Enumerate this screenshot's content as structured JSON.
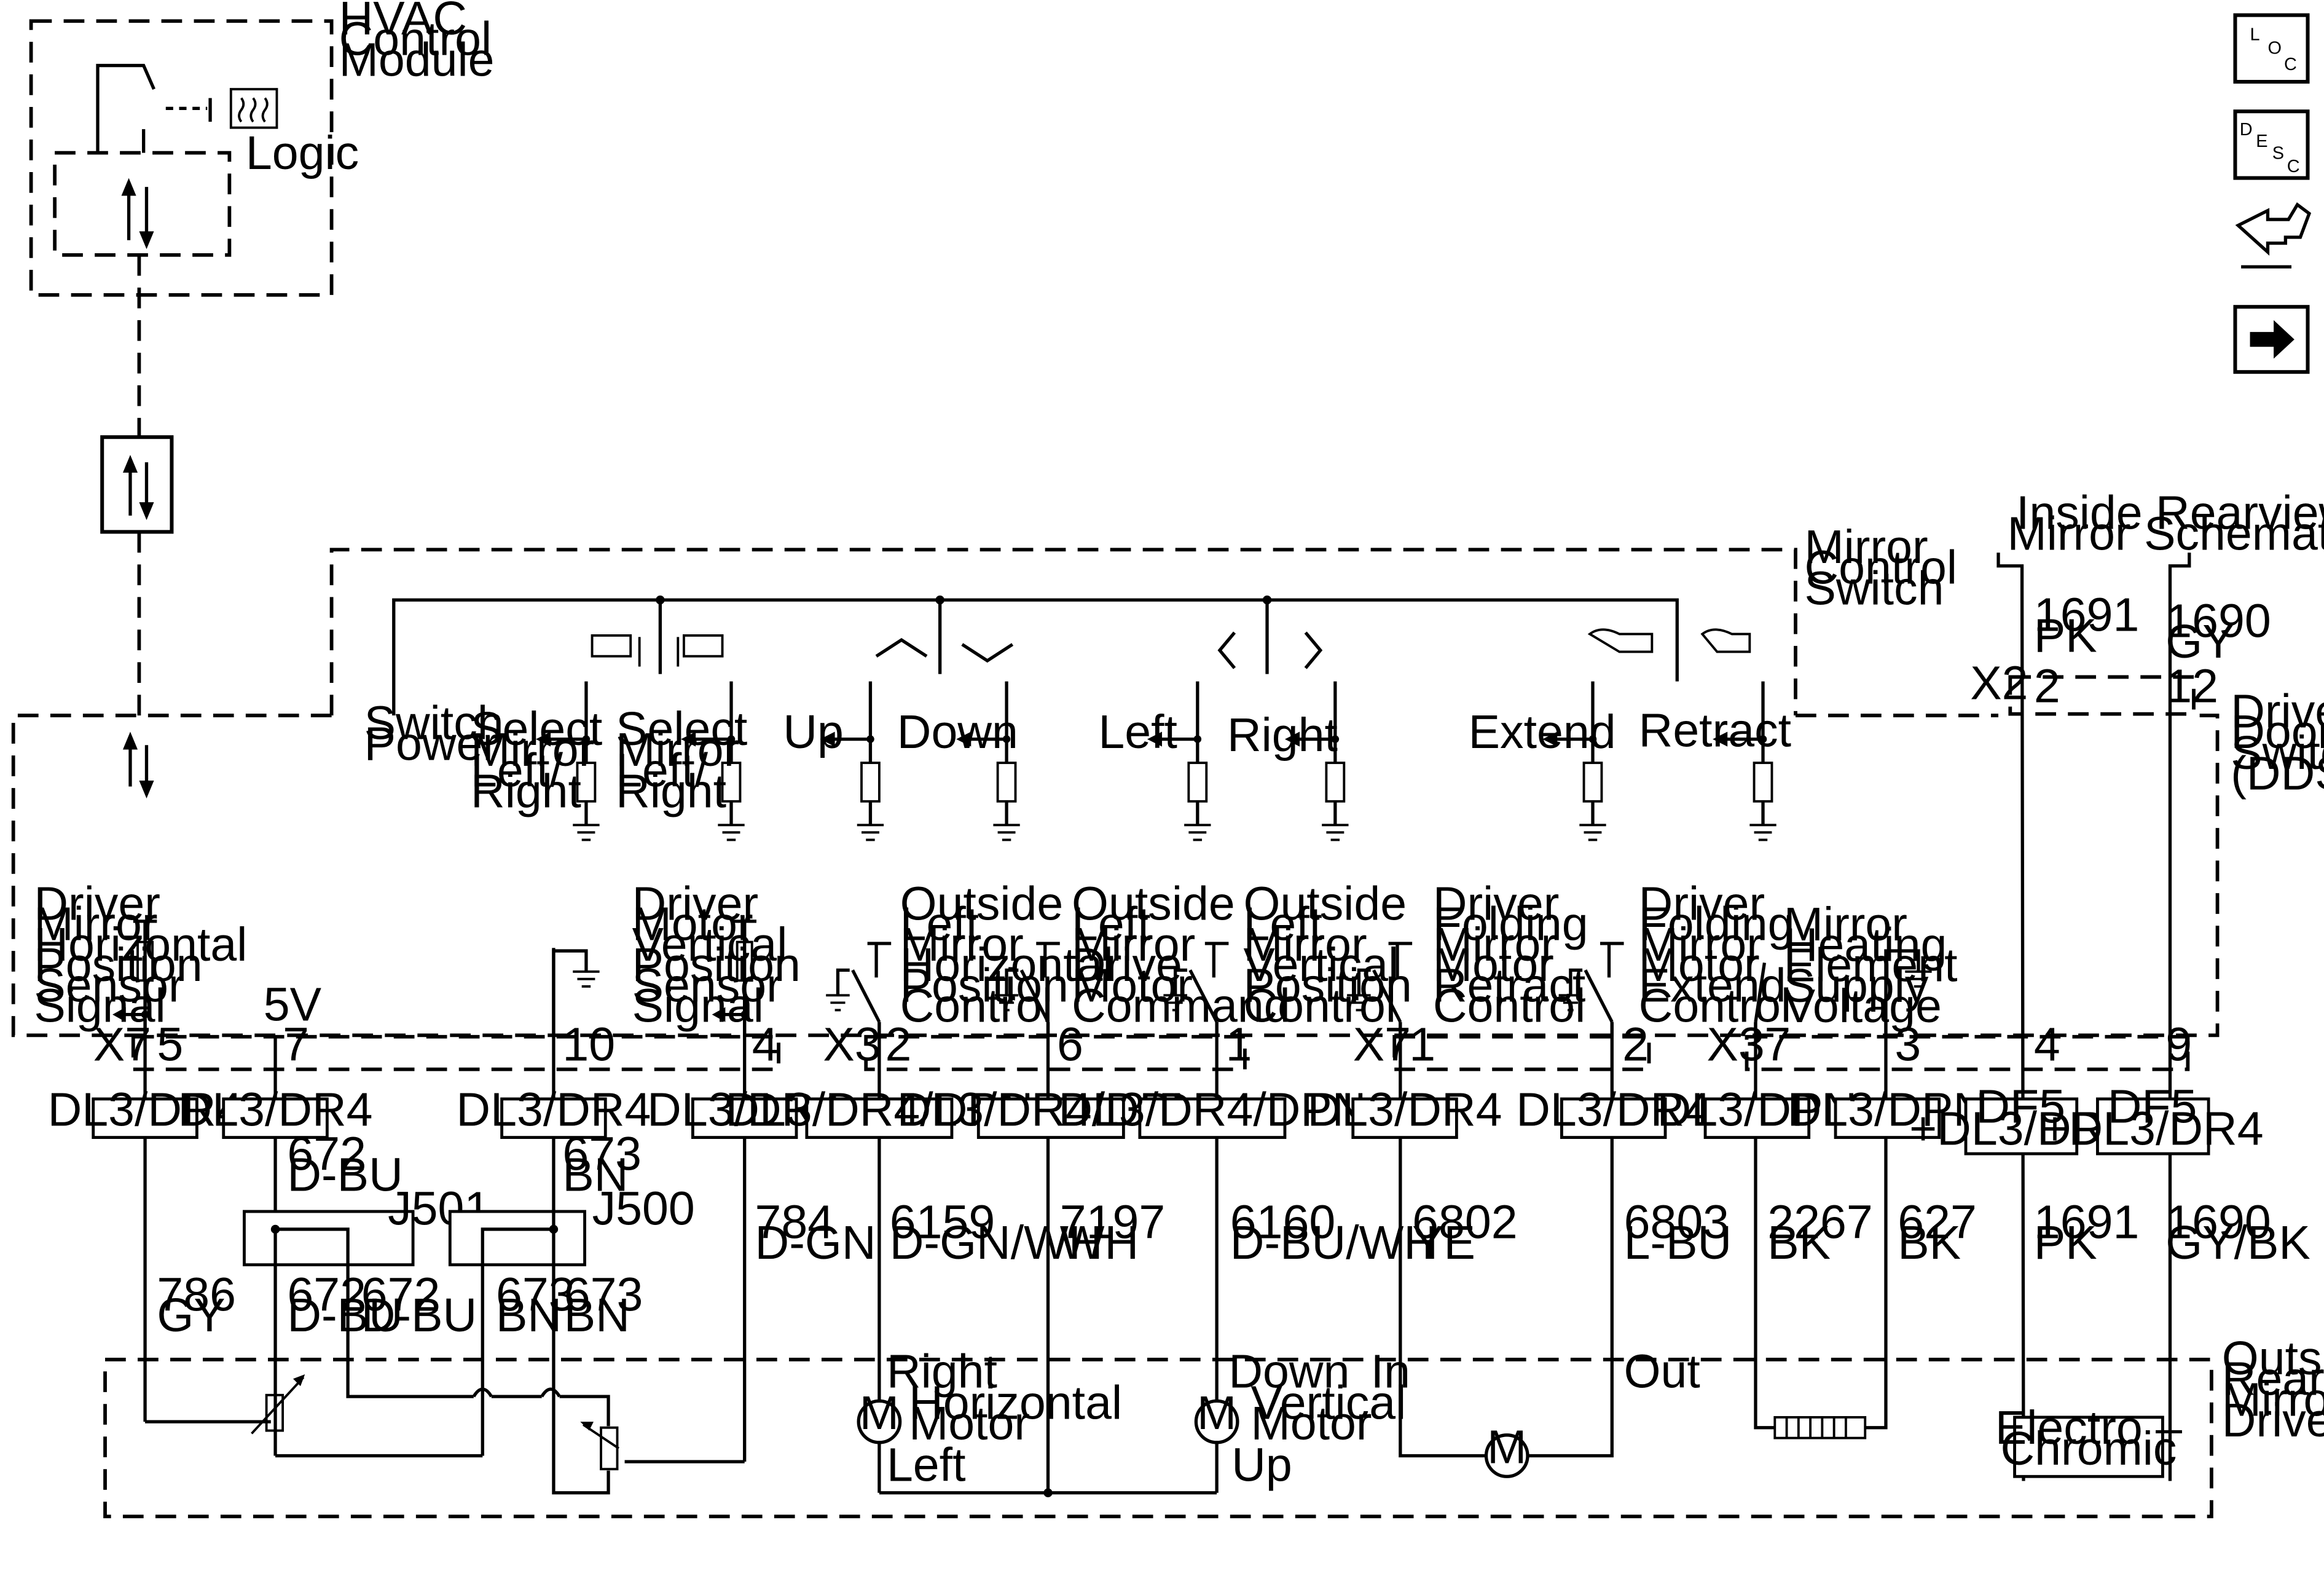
{
  "modules": {
    "hvac": [
      "HVAC",
      "Control",
      "Module"
    ],
    "hvac_logic": "Logic",
    "mirror_switch": [
      "Mirror",
      "Control",
      "Switch"
    ],
    "dds": [
      "Driver",
      "Door",
      "Switch",
      "(DDS)"
    ],
    "outside_mirror": [
      "Outside",
      "Rearview",
      "Mirror –",
      "Driver"
    ],
    "inside_mirror_ref": [
      "Inside Rearview",
      "Mirror Schematics"
    ]
  },
  "nav_icons": {
    "loc": [
      "L",
      "O",
      "C"
    ],
    "desc": [
      "D",
      "E",
      "S",
      "C"
    ]
  },
  "switch_labels": {
    "switch_power": [
      "Switch",
      "Power"
    ],
    "select_1": [
      "Select",
      "Mirror",
      "Left/",
      "Right"
    ],
    "select_2": [
      "Select",
      "Mirror",
      "Left/",
      "Right"
    ],
    "up": "Up",
    "down": "Down",
    "left": "Left",
    "right": "Right",
    "extend": "Extend",
    "retract": "Retract"
  },
  "circuit_labels": {
    "horiz_sensor": [
      "Driver",
      "Mirror",
      "Horizontal",
      "Position",
      "Sensor",
      "Signal"
    ],
    "five_v": "5V",
    "vert_sensor": [
      "Driver",
      "Motor",
      "Vertical",
      "Position",
      "Sensor",
      "Signal"
    ],
    "horiz_ctrl": [
      "Outside",
      "Left",
      "Mirror",
      "Horizontal",
      "Position",
      "Control"
    ],
    "drive_cmd": [
      "Outside",
      "Left",
      "Mirror",
      "Drive",
      "Motor",
      "Command"
    ],
    "vert_ctrl": [
      "Outside",
      "Left",
      "Mirror",
      "Vertical",
      "Position",
      "Control"
    ],
    "fold_retract": [
      "Driver",
      "Folding",
      "Mirror",
      "Motor",
      "Retract",
      "Control"
    ],
    "fold_extend": [
      "Driver",
      "Folding",
      "Mirror",
      "Motor",
      "Extend",
      "Control"
    ],
    "heat_supply": [
      "Mirror",
      "Heating",
      "Element",
      "Supply",
      "Voltage"
    ]
  },
  "connectors": {
    "x7": "X7",
    "x3": "X3",
    "x7b": "X7",
    "x3b": "X3",
    "x2": "X2",
    "pins": {
      "p5": "5",
      "p7": "7",
      "p10": "10",
      "p4": "4",
      "p2": "2",
      "p6": "6",
      "p1": "1",
      "p1b": "1",
      "p2b": "2",
      "p7b": "7",
      "p3": "3",
      "p4b": "4",
      "p9": "9",
      "x2p2": "2",
      "x2p12": "12"
    }
  },
  "option_boxes": {
    "b1": "DL3/DR4",
    "b2": "DL3/DR4",
    "b3": "DL3/DR4",
    "b4": "DL3/DR4",
    "b5": "DL3/DR4/DPN",
    "b6": "DL3/DR4/DPN",
    "b7": "DL3/DR4/DPN",
    "b8": "DL3/DR4",
    "b9": "DL3/DR4",
    "b10": "DL3/DPN",
    "b11": "DL3/DPN",
    "b12": [
      "DF5",
      "+DL3/DR4"
    ],
    "b13": [
      "DF5",
      "+DL3/DR4"
    ]
  },
  "wires": {
    "w786": [
      "786",
      "GY"
    ],
    "w672_top": [
      "672",
      "D-BU"
    ],
    "w672_a": [
      "672",
      "D-BU"
    ],
    "w672_b": [
      "672",
      "D-BU"
    ],
    "w673_top": [
      "673",
      "BN"
    ],
    "w673_a": [
      "673",
      "BN"
    ],
    "w673_b": [
      "673",
      "BN"
    ],
    "w784": [
      "784",
      "D-GN"
    ],
    "w6159": [
      "6159",
      "D-GN/WH"
    ],
    "w7197": [
      "7197",
      "WH"
    ],
    "w6160": [
      "6160",
      "D-BU/WH"
    ],
    "w6802": [
      "6802",
      "YE"
    ],
    "w6803": [
      "6803",
      "L-BU"
    ],
    "w2267": [
      "2267",
      "BK"
    ],
    "w627": [
      "627",
      "BK"
    ],
    "w1691_top": [
      "1691",
      "PK"
    ],
    "w1690_top": [
      "1690",
      "GY"
    ],
    "w1691": [
      "1691",
      "PK"
    ],
    "w1690": [
      "1690",
      "GY/BK"
    ]
  },
  "splices": {
    "j501": "J501",
    "j500": "J500"
  },
  "motors": {
    "symbol": "M",
    "horizontal": [
      "Horizontal",
      "Motor"
    ],
    "vertical": [
      "Vertical",
      "Motor"
    ],
    "h_right": "Right",
    "h_left": "Left",
    "v_down": "Down",
    "v_up": "Up",
    "fold_in": "In",
    "fold_out": "Out"
  },
  "electrochromic": [
    "Electro –",
    "Chromic"
  ]
}
